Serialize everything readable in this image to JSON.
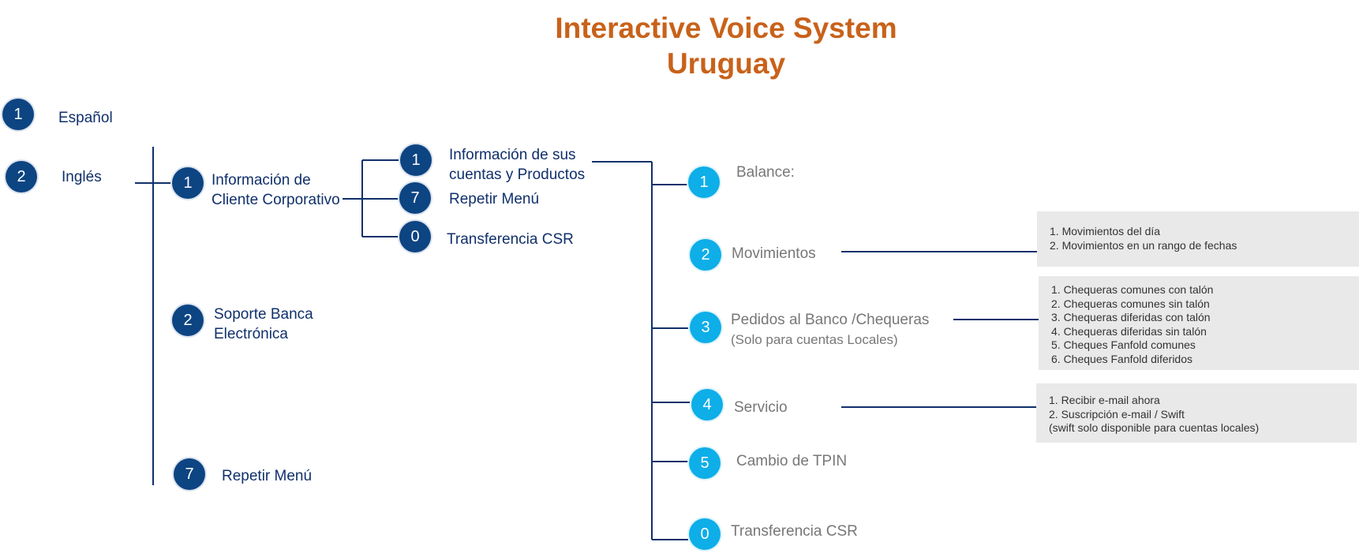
{
  "title": {
    "line1": "Interactive Voice System",
    "line2": "Uruguay"
  },
  "language": [
    {
      "key": "1",
      "label": "Español"
    },
    {
      "key": "2",
      "label": "Inglés"
    }
  ],
  "main_menu": [
    {
      "key": "1",
      "label_lines": [
        "Información de",
        "Cliente Corporativo"
      ]
    },
    {
      "key": "2",
      "label_lines": [
        "Soporte Banca",
        "Electrónica"
      ]
    },
    {
      "key": "7",
      "label": "Repetir Menú"
    }
  ],
  "sub_menu": [
    {
      "key": "1",
      "label_lines": [
        "Información de sus",
        "cuentas y Productos"
      ]
    },
    {
      "key": "7",
      "label": "Repetir Menú"
    },
    {
      "key": "0",
      "label": "Transferencia CSR"
    }
  ],
  "account_menu": [
    {
      "key": "1",
      "label": "Balance:"
    },
    {
      "key": "2",
      "label": "Movimientos"
    },
    {
      "key": "3",
      "label_lines": [
        "Pedidos al Banco /Chequeras",
        "(Solo para cuentas Locales)"
      ]
    },
    {
      "key": "4",
      "label": "Servicio"
    },
    {
      "key": "5",
      "label": "Cambio de TPIN"
    },
    {
      "key": "0",
      "label": "Transferencia CSR"
    }
  ],
  "detail_boxes": {
    "movimientos": [
      "1. Movimientos del día",
      "2. Movimientos en un rango de fechas"
    ],
    "chequeras": [
      "1.  Chequeras comunes con talón",
      "2. Chequeras comunes sin talón",
      "3. Chequeras diferidas con talón",
      "4. Chequeras diferidas sin talón",
      "5. Cheques Fanfold comunes",
      "6. Cheques Fanfold diferidos"
    ],
    "servicio": [
      "1. Recibir e-mail ahora",
      "2. Suscripción e-mail / Swift",
      "(swift solo disponible para cuentas locales)"
    ]
  },
  "colors": {
    "title": "#c8621a",
    "dark_circle": "#0d4482",
    "light_circle": "#0eaee8",
    "navy_text": "#10306b",
    "gray_text": "#777777",
    "box_bg": "#e8e9e8"
  }
}
